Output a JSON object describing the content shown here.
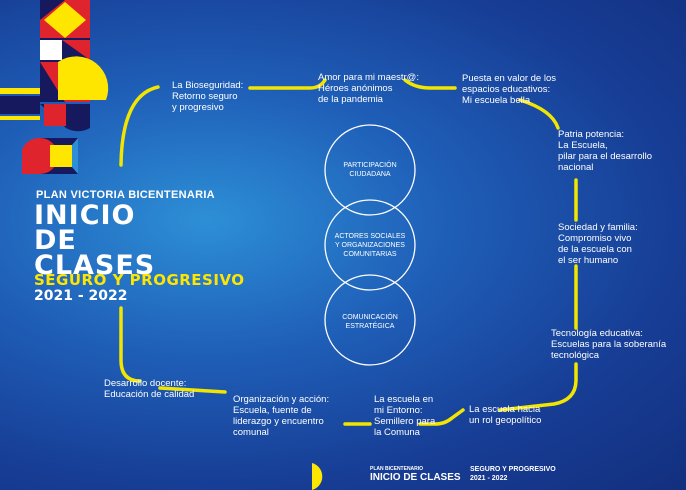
{
  "brand": {
    "program": "PLAN VICTORIA BICENTENARIA",
    "title": "INICIO\nDE\nCLASES",
    "subtitle": "SEGURO Y PROGRESIVO",
    "years": "2021 - 2022"
  },
  "steps": [
    {
      "text": "La Bioseguridad:\nRetorno seguro\ny progresivo"
    },
    {
      "text": "Amor para mi maestr@:\nHéroes anónimos\nde la pandemia"
    },
    {
      "text": "Puesta en valor de los\nespacios educativos:\nMi escuela bella"
    },
    {
      "text": "Patria potencia:\nLa Escuela,\npilar para el desarrollo\nnacional"
    },
    {
      "text": "Sociedad y familia:\nCompromiso vivo\nde la escuela con\nel ser humano"
    },
    {
      "text": "Tecnología educativa:\nEscuelas para la soberanía\ntecnológica"
    },
    {
      "text": "La escuela hacia\nun rol geopolítico"
    },
    {
      "text": "La escuela en\nmi Entorno:\nSemillero para\nla Comuna"
    },
    {
      "text": "Organización y acción:\nEscuela, fuente de\nliderazgo y encuentro\ncomunal"
    },
    {
      "text": "Desarrollo docente:\nEducación de calidad"
    }
  ],
  "circles": [
    {
      "text": "PARTICIPACIÓN\nCIUDADANA"
    },
    {
      "text": "ACTORES SOCIALES\nY ORGANIZACIONES\nCOMUNITARIAS"
    },
    {
      "text": "COMUNICACIÓN\nESTRATÉGICA"
    }
  ],
  "footer": {
    "program": "PLAN BICENTENARIO",
    "title": "INICIO DE CLASES",
    "subtitle": "SEGURO Y PROGRESIVO",
    "years": "2021 - 2022"
  },
  "colors": {
    "path": "#f2e500",
    "accent_red": "#e0242d",
    "accent_yellow": "#ffe600",
    "accent_navy": "#16195e"
  }
}
